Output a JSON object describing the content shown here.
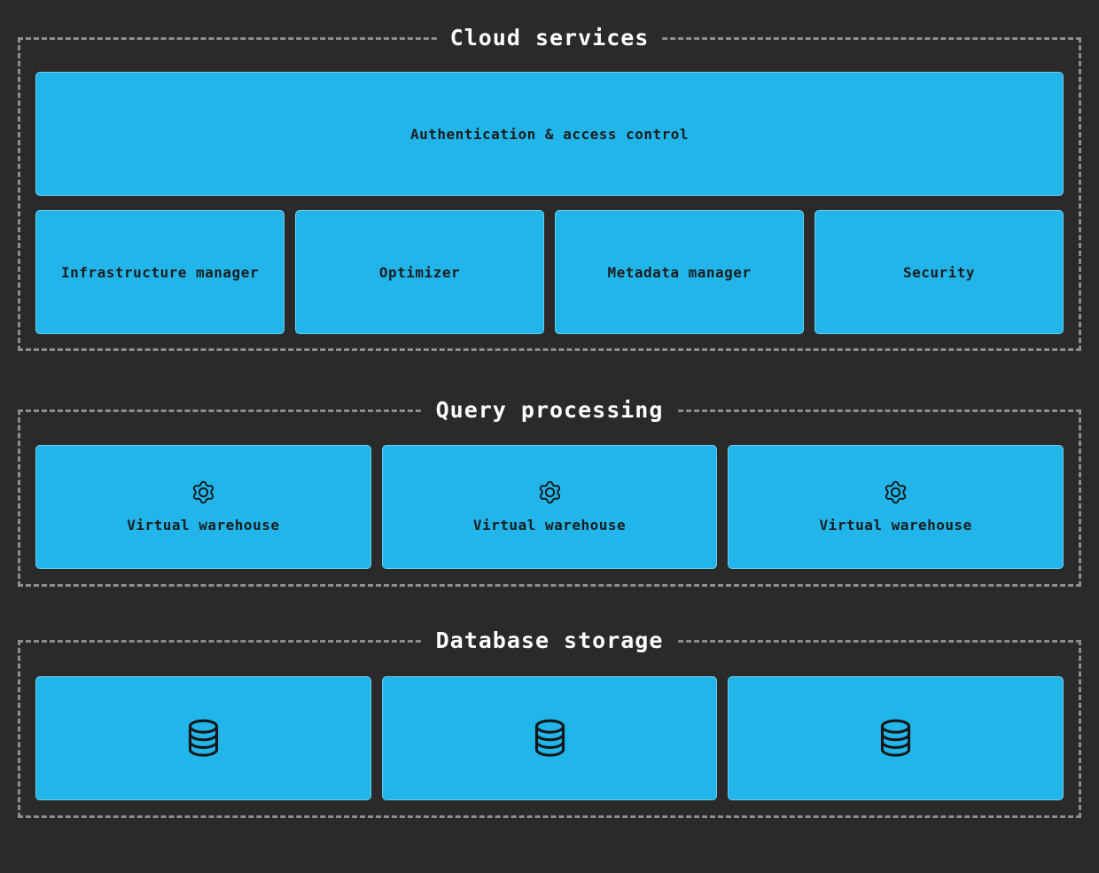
{
  "colors": {
    "background": "#2a2a2a",
    "node_fill": "#22b5ea",
    "node_text": "#1b1d1e",
    "dashed_border": "#8d8d8d",
    "title_text": "#ffffff",
    "icon_stroke": "#141617"
  },
  "sections": {
    "cloud": {
      "title": "Cloud services",
      "banner": "Authentication & access control",
      "boxes": [
        "Infrastructure manager",
        "Optimizer",
        "Metadata manager",
        "Security"
      ]
    },
    "query": {
      "title": "Query processing",
      "warehouses": [
        {
          "icon": "gear-icon",
          "label": "Virtual warehouse"
        },
        {
          "icon": "gear-icon",
          "label": "Virtual warehouse"
        },
        {
          "icon": "gear-icon",
          "label": "Virtual warehouse"
        }
      ]
    },
    "storage": {
      "title": "Database storage",
      "databases": [
        {
          "icon": "database-icon"
        },
        {
          "icon": "database-icon"
        },
        {
          "icon": "database-icon"
        }
      ]
    }
  }
}
